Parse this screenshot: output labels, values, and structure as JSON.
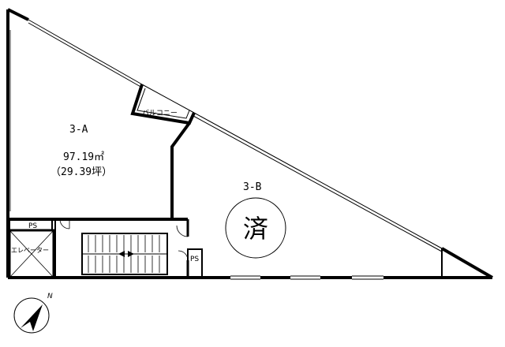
{
  "floor_plan": {
    "units": [
      {
        "id": "3-A",
        "area_m2": "97.19㎡",
        "area_tsubo": "（29.39坪）"
      },
      {
        "id": "3-B",
        "status": "済"
      }
    ],
    "rooms": {
      "balcony": "バルコニー",
      "ps_top": "PS",
      "ps_right": "PS",
      "elevator": "エレベーター"
    },
    "compass": {
      "icon": "north-arrow-icon",
      "label": "N"
    }
  }
}
